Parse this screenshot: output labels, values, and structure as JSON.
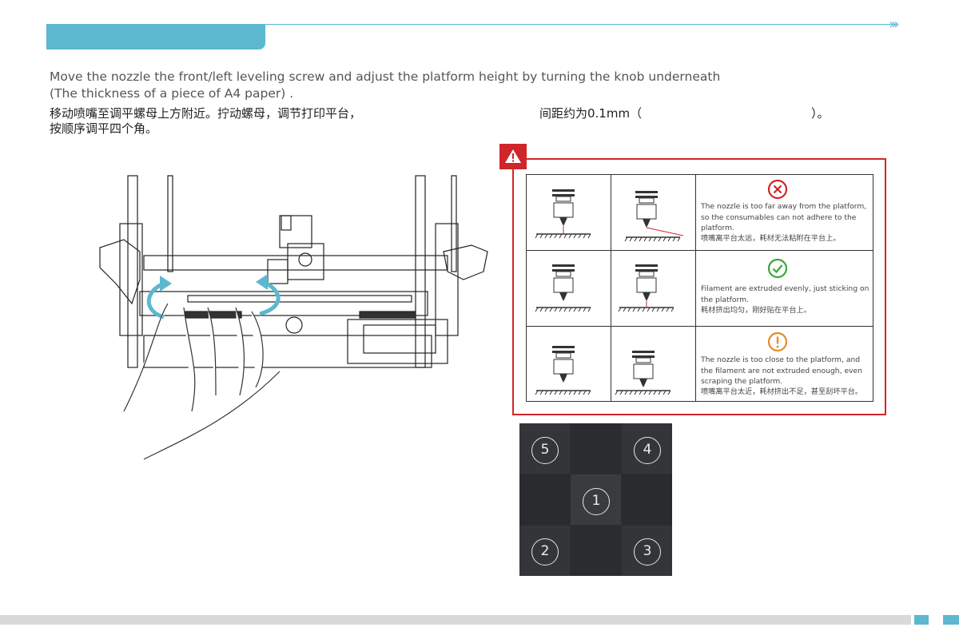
{
  "instructions": {
    "en": "Move the nozzle the front/left leveling screw and adjust the platform height by turning the knob underneath (The thickness of a piece of A4 paper) .",
    "cn_line1": "移动喷嘴至调平螺母上方附近。拧动螺母，调节打印平台，",
    "cn_gap_text1": "间距约为0.1mm（",
    "cn_gap_text2": "）。",
    "cn_line2": "按顺序调平四个角。"
  },
  "warning_table": {
    "rows": [
      {
        "status": "too-far",
        "status_color": "#d0252a",
        "en": "The nozzle is too far away from the platform, so the consumables can not adhere to the platform.",
        "cn": "喷嘴离平台太远，耗材无法粘附在平台上。"
      },
      {
        "status": "correct",
        "status_color": "#3aa63a",
        "en": "Filament are extruded evenly, just sticking on the platform.",
        "cn": "耗材挤出均匀，刚好贴在平台上。"
      },
      {
        "status": "too-close",
        "status_color": "#e8892b",
        "en": "The nozzle is too close to the platform, and the filament are not extruded enough, even scraping the platform.",
        "cn": "喷嘴离平台太近，耗材挤出不足，甚至刮坏平台。"
      }
    ]
  },
  "leveling_grid": {
    "labels": [
      "5",
      "4",
      "1",
      "2",
      "3"
    ]
  },
  "colors": {
    "accent": "#5bb8cf",
    "warning": "#d0252a"
  }
}
